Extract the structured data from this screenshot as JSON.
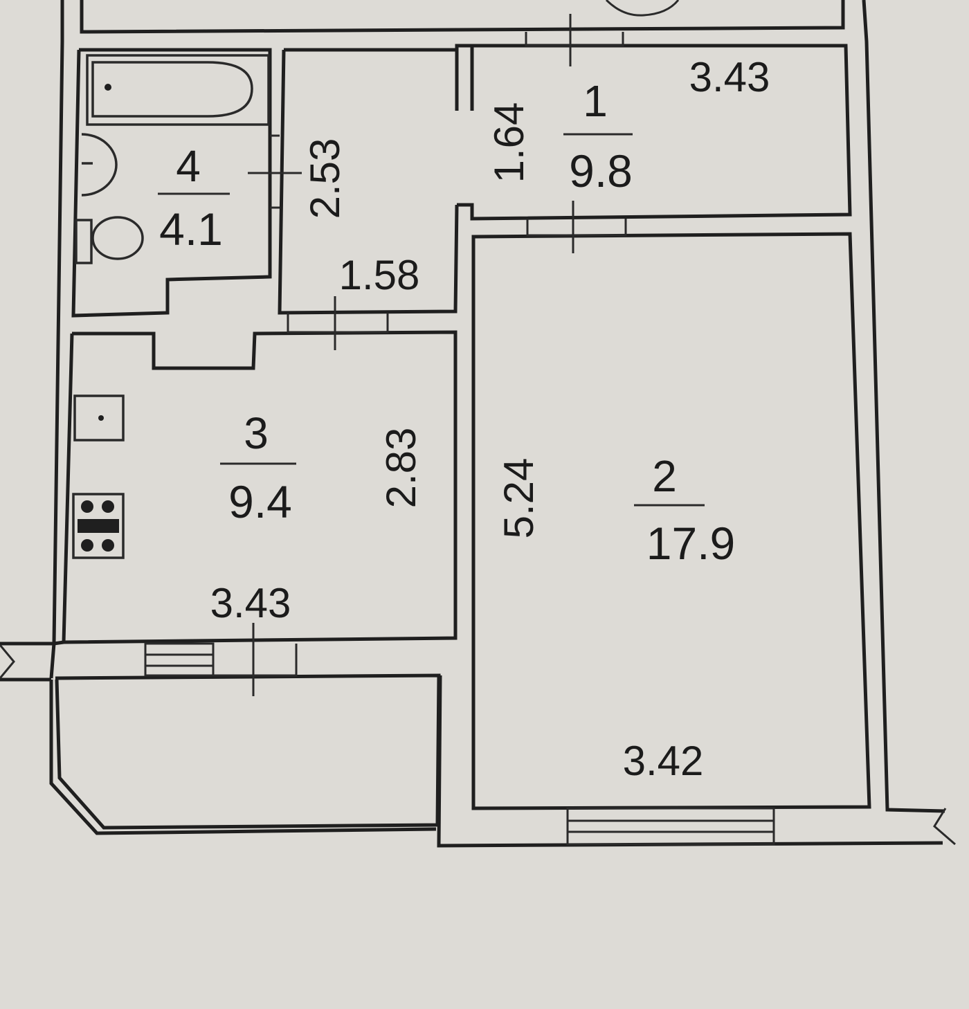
{
  "rooms": [
    {
      "number": "1",
      "area": "9.8"
    },
    {
      "number": "2",
      "area": "17.9"
    },
    {
      "number": "3",
      "area": "9.4"
    },
    {
      "number": "4",
      "area": "4.1"
    }
  ],
  "dimensions": {
    "hall_width": "3.43",
    "hall_depth": "1.64",
    "bath_depth": "2.53",
    "corridor_width": "1.58",
    "kitchen_depth": "2.83",
    "kitchen_width": "3.43",
    "living_depth": "5.24",
    "living_width": "3.42"
  }
}
